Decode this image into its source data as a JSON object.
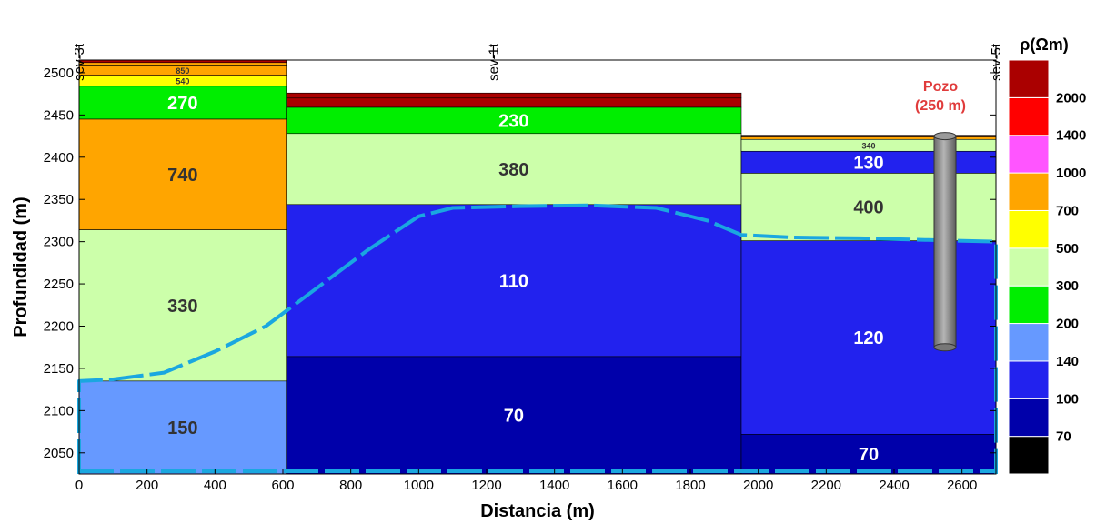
{
  "chart_data": {
    "type": "layered-section",
    "xlabel": "Distancia (m)",
    "ylabel": "Profundidad (m)",
    "xlim": [
      0,
      2700
    ],
    "ylim": [
      2025,
      2515
    ],
    "xticks": [
      0,
      200,
      400,
      600,
      800,
      1000,
      1200,
      1400,
      1600,
      1800,
      2000,
      2200,
      2400,
      2600
    ],
    "yticks": [
      2050,
      2100,
      2150,
      2200,
      2250,
      2300,
      2350,
      2400,
      2450,
      2500
    ],
    "soundings": [
      {
        "name": "sev-3t",
        "x": 0
      },
      {
        "name": "sev-1t",
        "x": 1220
      },
      {
        "name": "sev-5t",
        "x": 2700
      }
    ],
    "columns": [
      {
        "x0": 0,
        "x1": 610,
        "layers": [
          {
            "top": 2515,
            "bottom": 2512,
            "rho": 2500,
            "label": ""
          },
          {
            "top": 2512,
            "bottom": 2508,
            "rho": 900,
            "label": ""
          },
          {
            "top": 2508,
            "bottom": 2497,
            "rho": 850,
            "label": "850"
          },
          {
            "top": 2497,
            "bottom": 2484,
            "rho": 540,
            "label": "540"
          },
          {
            "top": 2484,
            "bottom": 2445,
            "rho": 270,
            "label": "270"
          },
          {
            "top": 2445,
            "bottom": 2314,
            "rho": 740,
            "label": "740"
          },
          {
            "top": 2314,
            "bottom": 2135,
            "rho": 330,
            "label": "330"
          },
          {
            "top": 2135,
            "bottom": 2025,
            "rho": 150,
            "label": "150"
          }
        ]
      },
      {
        "x0": 610,
        "x1": 1950,
        "layers": [
          {
            "top": 2476,
            "bottom": 2470,
            "rho": 2500,
            "label": ""
          },
          {
            "top": 2470,
            "bottom": 2459,
            "rho": 2200,
            "label": ""
          },
          {
            "top": 2459,
            "bottom": 2428,
            "rho": 230,
            "label": "230"
          },
          {
            "top": 2428,
            "bottom": 2344,
            "rho": 380,
            "label": "380"
          },
          {
            "top": 2344,
            "bottom": 2164,
            "rho": 110,
            "label": "110"
          },
          {
            "top": 2164,
            "bottom": 2025,
            "rho": 70,
            "label": "70"
          }
        ]
      },
      {
        "x0": 1950,
        "x1": 2700,
        "layers": [
          {
            "top": 2426,
            "bottom": 2424,
            "rho": 2500,
            "label": ""
          },
          {
            "top": 2424,
            "bottom": 2421,
            "rho": 800,
            "label": ""
          },
          {
            "top": 2421,
            "bottom": 2407,
            "rho": 340,
            "label": "340"
          },
          {
            "top": 2407,
            "bottom": 2381,
            "rho": 130,
            "label": "130"
          },
          {
            "top": 2381,
            "bottom": 2301,
            "rho": 400,
            "label": "400"
          },
          {
            "top": 2301,
            "bottom": 2072,
            "rho": 120,
            "label": "120"
          },
          {
            "top": 2072,
            "bottom": 2025,
            "rho": 70,
            "label": "70"
          }
        ]
      }
    ],
    "boundary_line": {
      "color": "#1aa7e0",
      "points": [
        [
          0,
          2025
        ],
        [
          0,
          2135
        ],
        [
          100,
          2137
        ],
        [
          250,
          2145
        ],
        [
          400,
          2170
        ],
        [
          550,
          2200
        ],
        [
          700,
          2245
        ],
        [
          850,
          2290
        ],
        [
          1000,
          2330
        ],
        [
          1100,
          2340
        ],
        [
          1300,
          2342
        ],
        [
          1500,
          2343
        ],
        [
          1700,
          2340
        ],
        [
          1850,
          2325
        ],
        [
          1950,
          2308
        ],
        [
          2100,
          2305
        ],
        [
          2300,
          2304
        ],
        [
          2500,
          2302
        ],
        [
          2700,
          2300
        ],
        [
          2700,
          2025
        ]
      ]
    },
    "well": {
      "label_line1": "Pozo",
      "label_line2": "(250 m)",
      "x": 2550,
      "top": 2425,
      "bottom": 2175
    },
    "colorbar": {
      "title": "ρ(Ωm)",
      "bins": [
        {
          "color": "#000000"
        },
        {
          "color": "#0000aa"
        },
        {
          "color": "#2222ee"
        },
        {
          "color": "#6699ff"
        },
        {
          "color": "#00ee00"
        },
        {
          "color": "#ccffaa"
        },
        {
          "color": "#ffff00"
        },
        {
          "color": "#ffa500"
        },
        {
          "color": "#ff55ff"
        },
        {
          "color": "#ff0000"
        },
        {
          "color": "#aa0000"
        }
      ],
      "labels": [
        "70",
        "100",
        "140",
        "200",
        "300",
        "500",
        "700",
        "1000",
        "1400",
        "2000"
      ],
      "thresholds": [
        70,
        100,
        140,
        200,
        300,
        500,
        700,
        1000,
        1400,
        2000
      ]
    }
  }
}
